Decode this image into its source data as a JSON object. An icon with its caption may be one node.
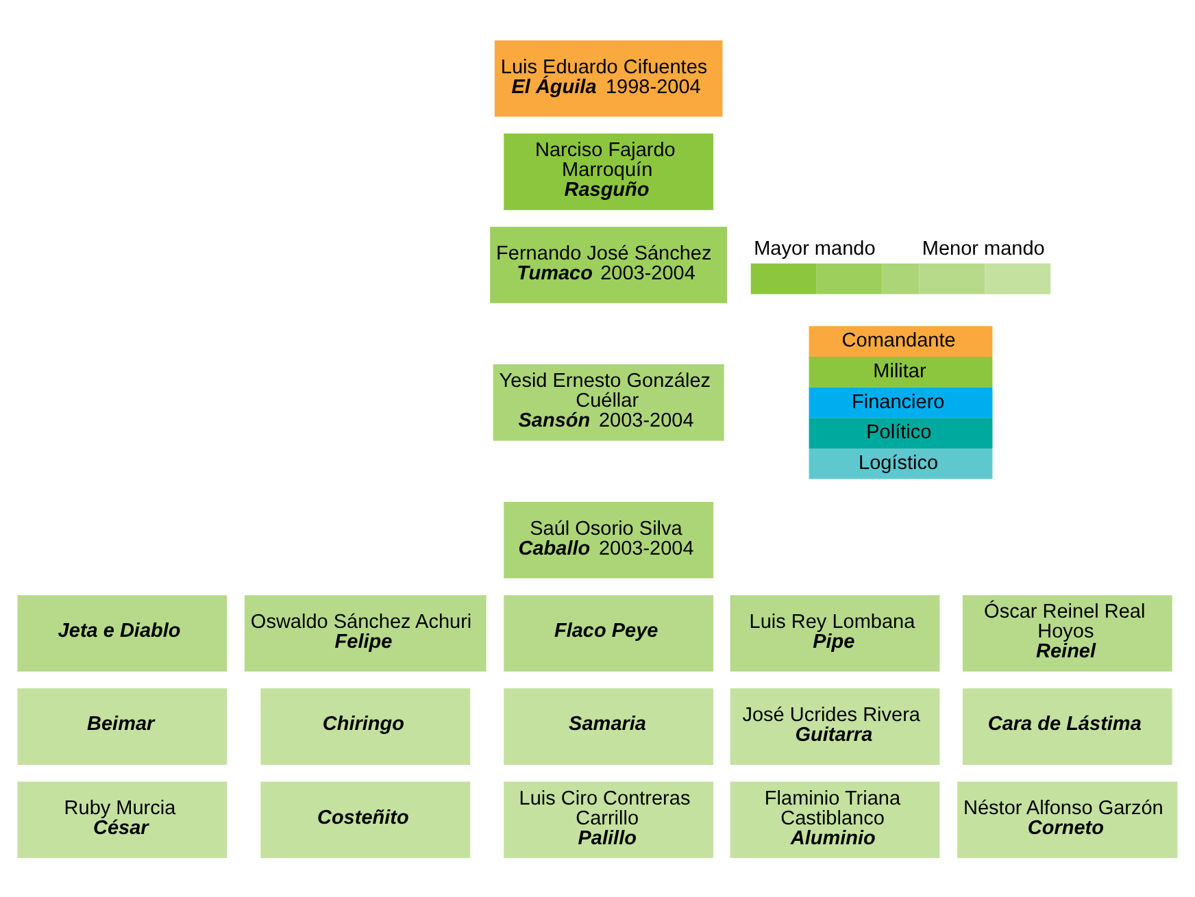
{
  "diagram": {
    "nodes": [
      {
        "text": [
          "Luis Eduardo Cifuentes",
          "El Águila",
          "1998-2004"
        ]
      },
      {
        "text": [
          "Narciso Fajardo Marroquín",
          "Rasguño"
        ]
      },
      {
        "text": [
          "Fernando José Sánchez",
          "Tumaco",
          "2003-2004"
        ]
      },
      {
        "text": [
          "Yesid Ernesto González Cuéllar",
          "Sansón",
          "2003-2004"
        ]
      },
      {
        "text": [
          "Saúl Osorio Silva",
          "Caballo",
          "2003-2004"
        ]
      },
      {
        "text": [
          "Jeta e Diablo"
        ]
      },
      {
        "text": [
          "Oswaldo Sánchez Achuri",
          "Felipe"
        ]
      },
      {
        "text": [
          "Flaco Peye"
        ]
      },
      {
        "text": [
          "Luis Rey Lombana",
          "Pipe"
        ]
      },
      {
        "text": [
          "Óscar Reinel Real Hoyos",
          "Reinel"
        ]
      },
      {
        "text": [
          "Beimar"
        ]
      },
      {
        "text": [
          "Chiringo"
        ]
      },
      {
        "text": [
          "Samaria"
        ]
      },
      {
        "text": [
          "José Ucrides Rivera",
          "Guitarra"
        ]
      },
      {
        "text": [
          "Cara de Lástima"
        ]
      },
      {
        "text": [
          "Ruby Murcia",
          "César"
        ]
      },
      {
        "text": [
          "Costeñito"
        ]
      },
      {
        "text": [
          "Luis Ciro Contreras Carrillo",
          "Palillo"
        ]
      },
      {
        "text": [
          "Flaminio Triana Castiblanco",
          "Aluminio"
        ]
      },
      {
        "text": [
          "Néstor Alfonso Garzón",
          "Corneto"
        ]
      }
    ],
    "labels": [
      "Mayor mando",
      "Menor mando"
    ],
    "legend": [
      {
        "text": "Comandante",
        "color": "#f9a93e"
      },
      {
        "text": "Militar",
        "color": "#8cc63f"
      },
      {
        "text": "Financiero",
        "color": "#00aeef"
      },
      {
        "text": "Político",
        "color": "#00a99d"
      },
      {
        "text": "Logístico",
        "color": "#5fc8cf"
      }
    ]
  }
}
